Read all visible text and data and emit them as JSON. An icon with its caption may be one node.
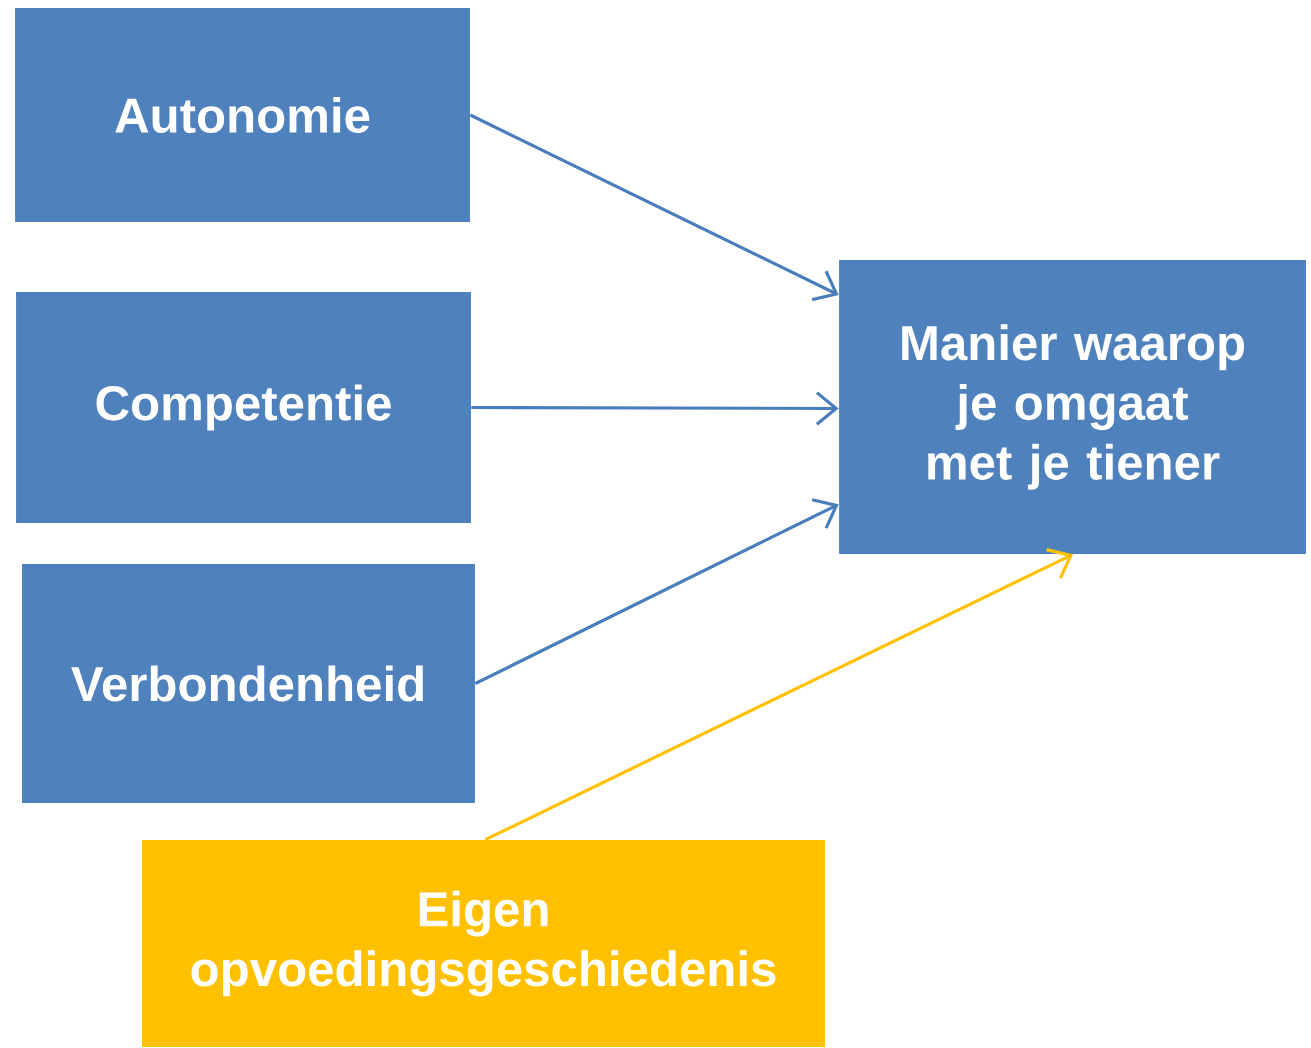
{
  "diagram": {
    "nodes": [
      {
        "text": [
          "Autonomie"
        ]
      },
      {
        "text": [
          "Competentie"
        ]
      },
      {
        "text": [
          "Verbondenheid"
        ]
      },
      {
        "text": [
          "Manier waarop je omgaat met je tiener"
        ]
      },
      {
        "text": [
          "Eigen opvoedingsgeschiedenis"
        ]
      }
    ],
    "edges": [
      {
        "from": 0,
        "to": 3,
        "arrow": "to"
      },
      {
        "from": 1,
        "to": 3,
        "arrow": "to"
      },
      {
        "from": 2,
        "to": 3,
        "arrow": "to"
      },
      {
        "from": 4,
        "to": 3,
        "arrow": "to",
        "color": "#ffc000"
      }
    ]
  }
}
